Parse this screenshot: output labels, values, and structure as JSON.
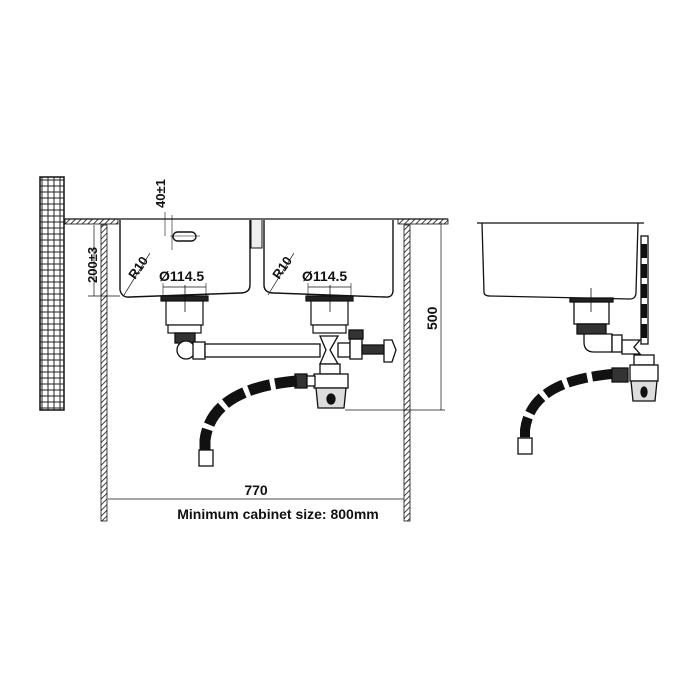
{
  "drawing": {
    "dimensions": {
      "overflow_offset": "40±1",
      "bowl_depth": "200±3",
      "radius_left": "R10",
      "radius_right": "R10",
      "drain_left": "Ø114.5",
      "drain_right": "Ø114.5",
      "height": "500",
      "width": "770"
    },
    "caption": "Minimum cabinet size: 800mm"
  }
}
